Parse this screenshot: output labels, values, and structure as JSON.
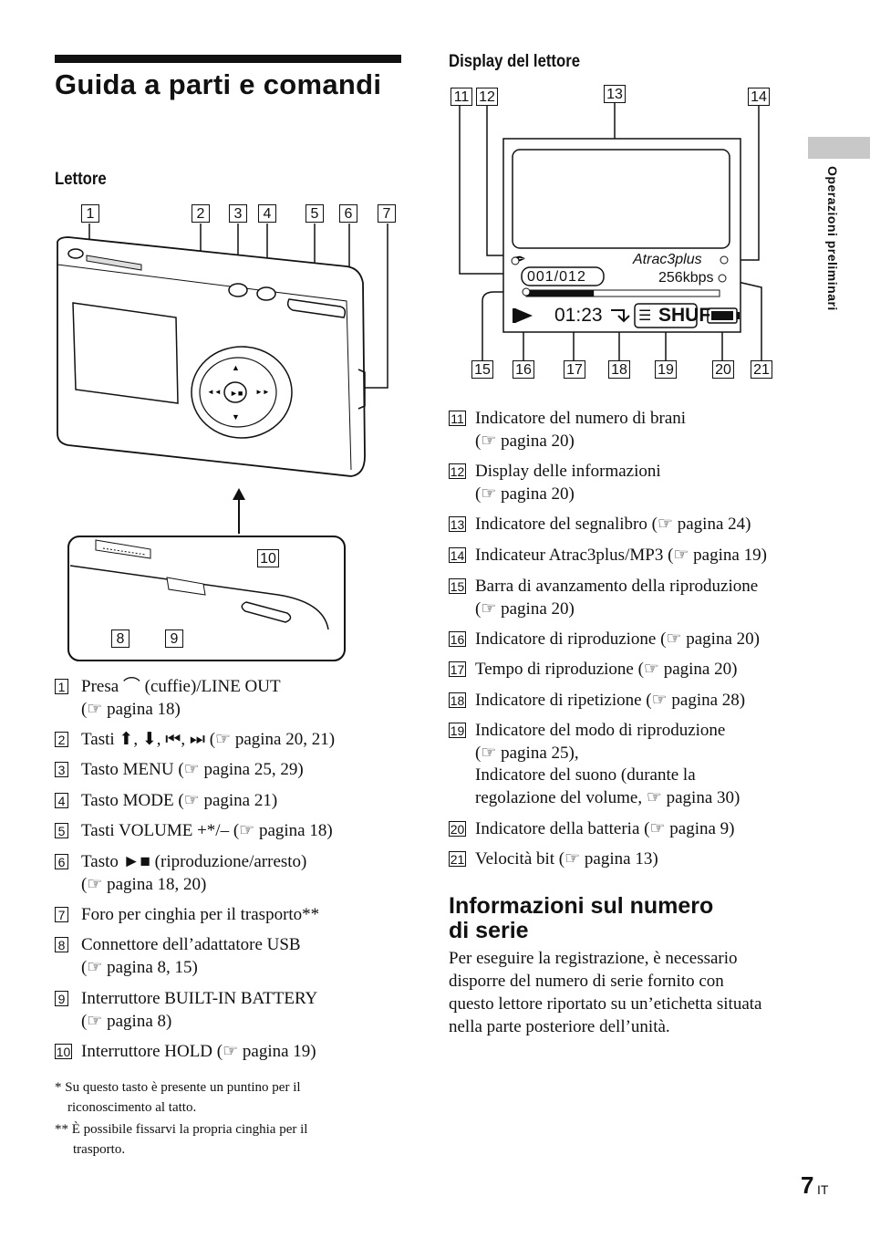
{
  "title": "Guida a parti e comandi",
  "side_tab": "Operazioni preliminari",
  "page": {
    "number": "7",
    "lang": "IT"
  },
  "sections": {
    "player": "Lettore",
    "display": "Display del lettore"
  },
  "player_callouts": [
    "1",
    "2",
    "3",
    "4",
    "5",
    "6",
    "7",
    "8",
    "9",
    "10"
  ],
  "display_callouts": [
    "11",
    "12",
    "13",
    "14",
    "15",
    "16",
    "17",
    "18",
    "19",
    "20",
    "21"
  ],
  "lcd": {
    "codec": "Atrac3plus",
    "bitrate": "256kbps",
    "track": "001/012",
    "time": "01:23",
    "mode": "SHUF",
    "progress": 0.35
  },
  "items_left": [
    {
      "n": "1",
      "l1": "Presa ⌒ (cuffie)/LINE OUT",
      "l2": "(☞ pagina 18)"
    },
    {
      "n": "2",
      "l1": "Tasti ⬆, ⬇, ⏮, ⏭ (☞ pagina 20, 21)",
      "l2": ""
    },
    {
      "n": "3",
      "l1": "Tasto MENU (☞ pagina 25, 29)",
      "l2": ""
    },
    {
      "n": "4",
      "l1": "Tasto MODE (☞ pagina 21)",
      "l2": ""
    },
    {
      "n": "5",
      "l1": "Tasti VOLUME +*/– (☞ pagina 18)",
      "l2": ""
    },
    {
      "n": "6",
      "l1": "Tasto ►■ (riproduzione/arresto)",
      "l2": "(☞ pagina 18, 20)"
    },
    {
      "n": "7",
      "l1": "Foro per cinghia per il trasporto**",
      "l2": ""
    },
    {
      "n": "8",
      "l1": "Connettore dell’adattatore USB",
      "l2": "(☞ pagina 8, 15)"
    },
    {
      "n": "9",
      "l1": "Interruttore BUILT-IN BATTERY",
      "l2": "(☞ pagina 8)"
    },
    {
      "n": "10",
      "l1": "Interruttore HOLD (☞ pagina 19)",
      "l2": ""
    }
  ],
  "notes": [
    {
      "mark": "*",
      "text": "Su questo tasto è presente un puntino per il",
      "text2": "riconoscimento al tatto."
    },
    {
      "mark": "**",
      "text": "È possibile fissarvi la propria cinghia per il",
      "text2": "trasporto."
    }
  ],
  "items_right": [
    {
      "n": "11",
      "l1": "Indicatore del numero di brani",
      "l2": "(☞ pagina 20)",
      "l3": "",
      "l4": ""
    },
    {
      "n": "12",
      "l1": "Display delle informazioni",
      "l2": "(☞ pagina 20)",
      "l3": "",
      "l4": ""
    },
    {
      "n": "13",
      "l1": "Indicatore del segnalibro (☞ pagina 24)",
      "l2": "",
      "l3": "",
      "l4": ""
    },
    {
      "n": "14",
      "l1": "Indicateur Atrac3plus/MP3 (☞ pagina 19)",
      "l2": "",
      "l3": "",
      "l4": ""
    },
    {
      "n": "15",
      "l1": "Barra di avanzamento della riproduzione",
      "l2": "(☞ pagina 20)",
      "l3": "",
      "l4": ""
    },
    {
      "n": "16",
      "l1": "Indicatore di riproduzione (☞ pagina 20)",
      "l2": "",
      "l3": "",
      "l4": ""
    },
    {
      "n": "17",
      "l1": "Tempo di riproduzione (☞ pagina 20)",
      "l2": "",
      "l3": "",
      "l4": ""
    },
    {
      "n": "18",
      "l1": "Indicatore di ripetizione (☞ pagina 28)",
      "l2": "",
      "l3": "",
      "l4": ""
    },
    {
      "n": "19",
      "l1": "Indicatore del modo di riproduzione",
      "l2": "(☞ pagina 25),",
      "l3": "Indicatore del suono (durante la",
      "l4": "regolazione del volume, ☞ pagina 30)"
    },
    {
      "n": "20",
      "l1": "Indicatore della batteria (☞ pagina 9)",
      "l2": "",
      "l3": "",
      "l4": ""
    },
    {
      "n": "21",
      "l1": "Velocità bit (☞ pagina 13)",
      "l2": "",
      "l3": "",
      "l4": ""
    }
  ],
  "serial": {
    "heading1": "Informazioni sul numero",
    "heading2": "di serie",
    "lines": [
      "Per eseguire la registrazione, è necessario",
      "disporre del numero di serie fornito con",
      "questo lettore riportato su un’etichetta situata",
      "nella parte posteriore dell’unità."
    ]
  }
}
